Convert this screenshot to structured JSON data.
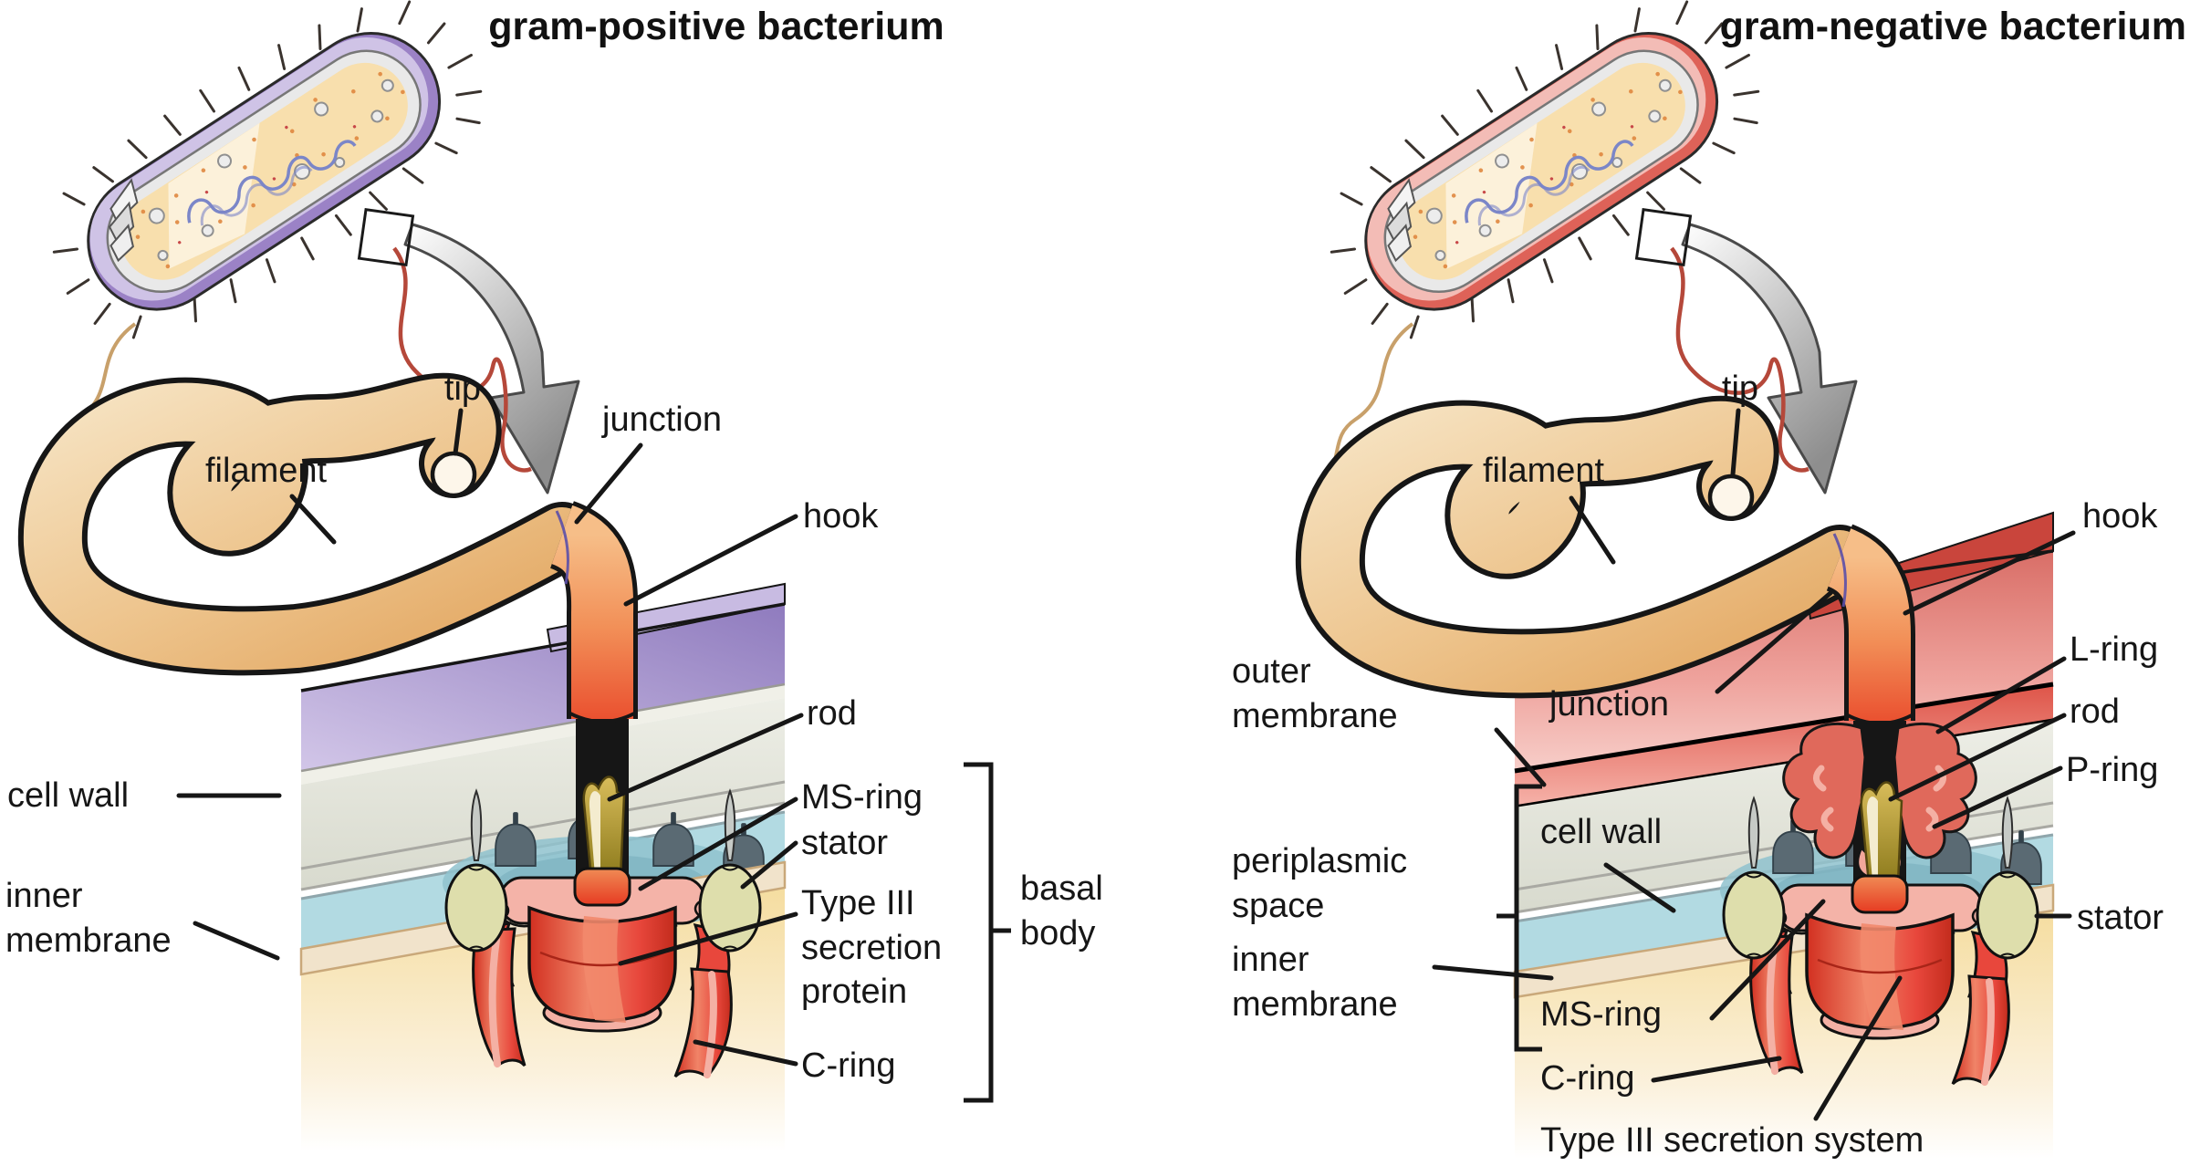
{
  "figure": {
    "type": "biology-diagram",
    "subject": "bacterial flagellum structure comparison"
  },
  "panels": {
    "left": {
      "title": "gram-positive bacterium",
      "labels": {
        "tip": "tip",
        "filament": "filament",
        "junction": "junction",
        "hook": "hook",
        "rod": "rod",
        "ms_ring": "MS-ring",
        "stator": "stator",
        "type3": "Type III secretion protein",
        "c_ring": "C-ring",
        "cell_wall": "cell wall",
        "inner_membrane": "inner membrane",
        "basal_body": "basal body"
      }
    },
    "right": {
      "title": "gram-negative bacterium",
      "labels": {
        "tip": "tip",
        "filament": "filament",
        "junction": "junction",
        "hook": "hook",
        "l_ring": "L-ring",
        "rod": "rod",
        "p_ring": "P-ring",
        "stator": "stator",
        "outer_membrane": "outer membrane",
        "periplasmic_space": "periplasmic space",
        "cell_wall": "cell wall",
        "inner_membrane": "inner membrane",
        "ms_ring": "MS-ring",
        "c_ring": "C-ring",
        "type3": "Type III secretion system"
      }
    }
  },
  "colors": {
    "filament_light": "#F6E3C2",
    "filament_dark": "#E2A55F",
    "hook_orange": "#F4B078",
    "hook_red": "#EA5A38",
    "gram_positive_wall_purple": "#9B82C6",
    "gram_negative_membrane_red": "#DE6258",
    "cell_wall_gray": "#E2E2DA",
    "periplasm_blue": "#B2DAE2",
    "inner_membrane_tan": "#F1E3CB",
    "cytoplasm_yellow": "#F5DDA0",
    "basal_body_red": "#E8473C",
    "ms_ring_pink": "#F4B3A8",
    "stator_olive": "#DEDEAC",
    "rod_gold": "#C8A43E",
    "label_text": "#161616"
  }
}
